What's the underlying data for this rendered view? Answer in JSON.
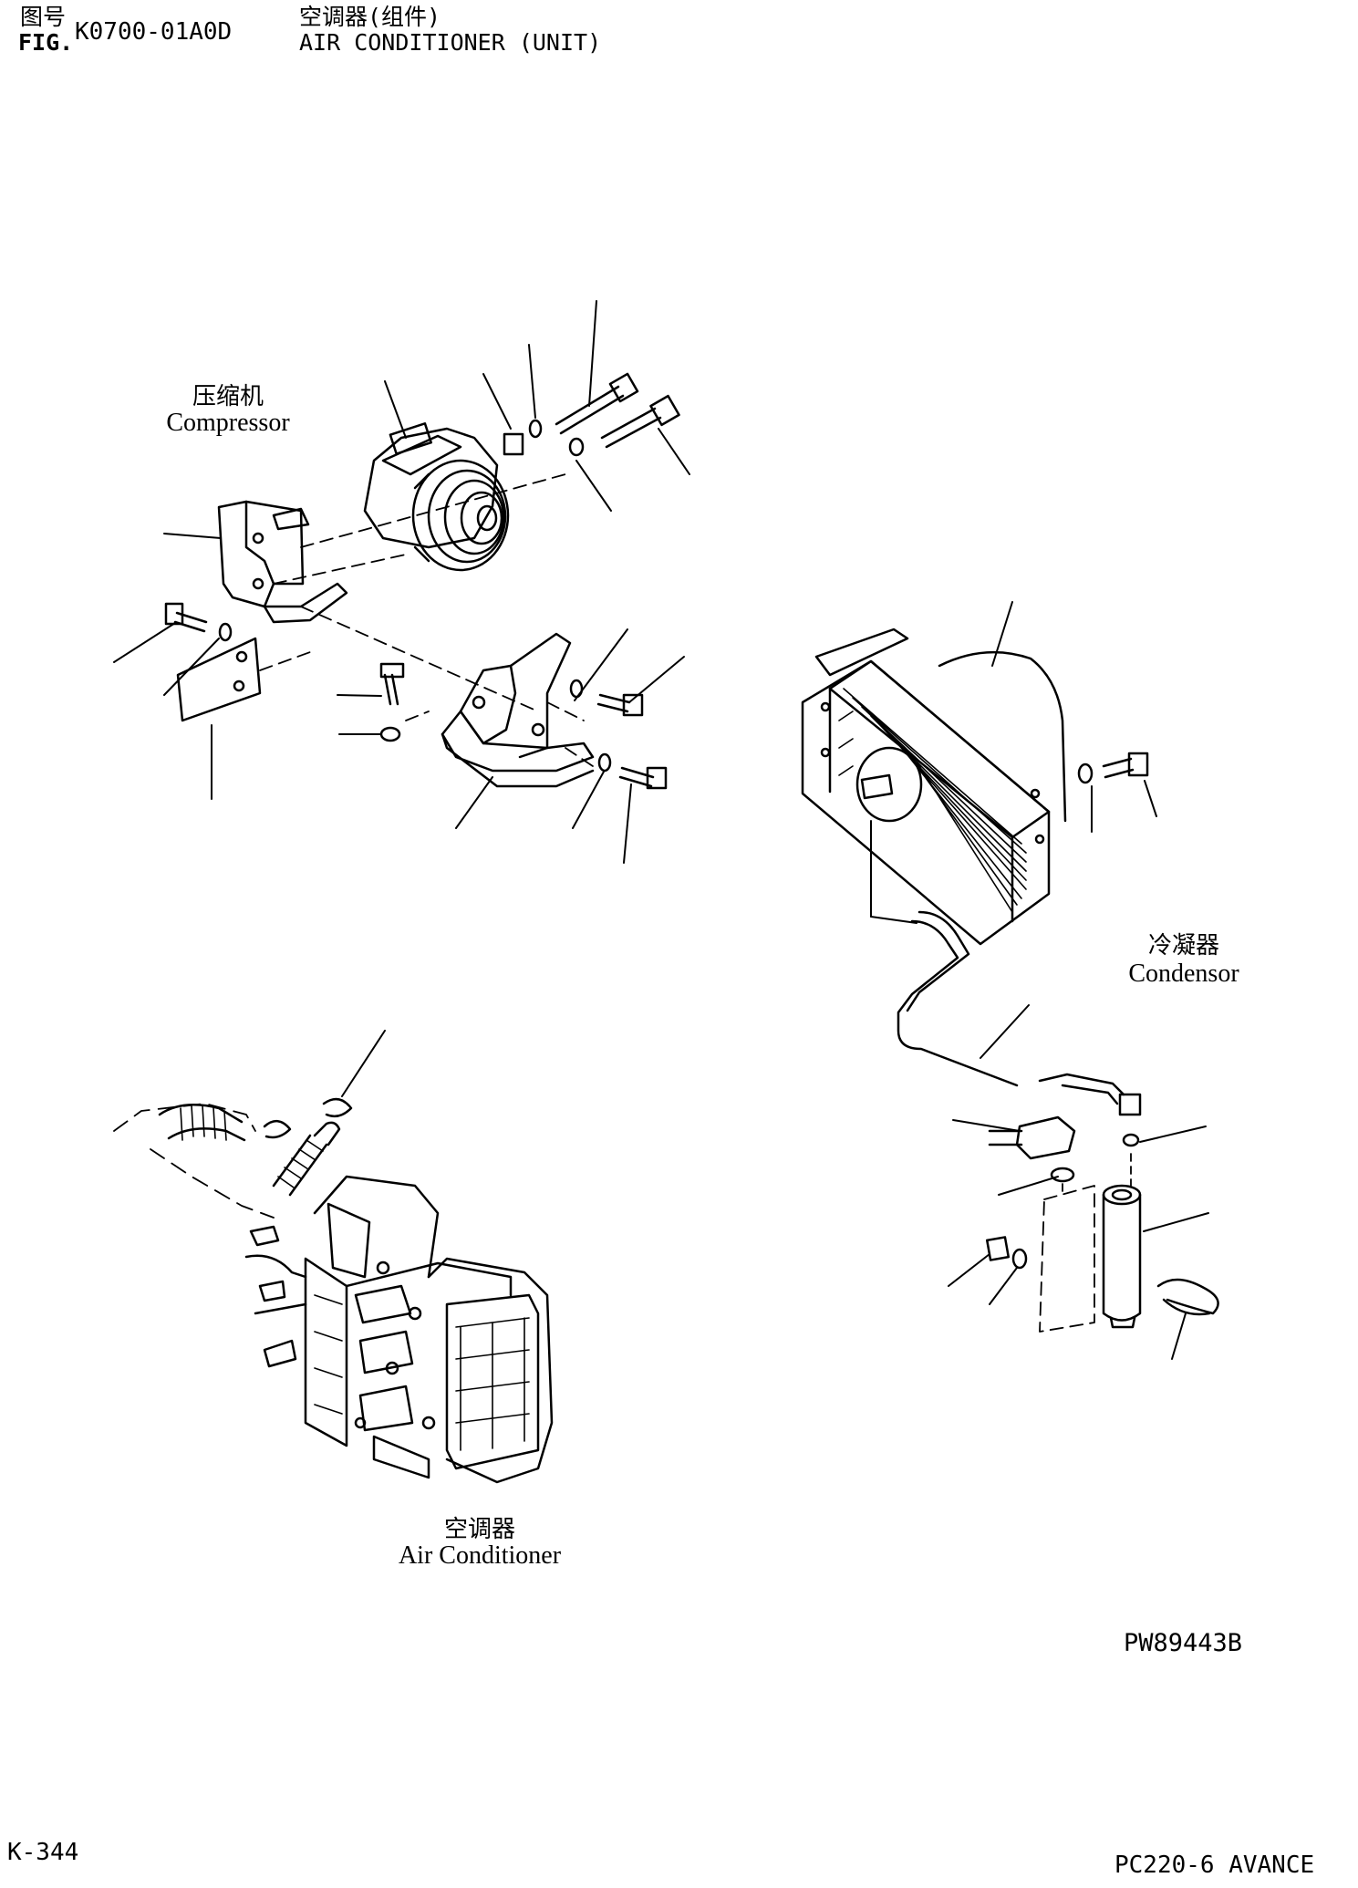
{
  "header": {
    "fig_prefix_cn": "图号",
    "fig_prefix_en": "FIG.",
    "fig_number": "K0700-01A0D",
    "title_cn": "空调器(组件)",
    "title_en": "AIR CONDITIONER (UNIT)"
  },
  "labels": {
    "compressor_cn": "压缩机",
    "compressor_en": "Compressor",
    "condensor_cn": "冷凝器",
    "condensor_en": "Condensor",
    "air_conditioner_cn": "空调器",
    "air_conditioner_en": "Air Conditioner"
  },
  "drawing_code": "PW89443B",
  "footer": {
    "page": "K-344",
    "model": "PC220-6 AVANCE"
  }
}
